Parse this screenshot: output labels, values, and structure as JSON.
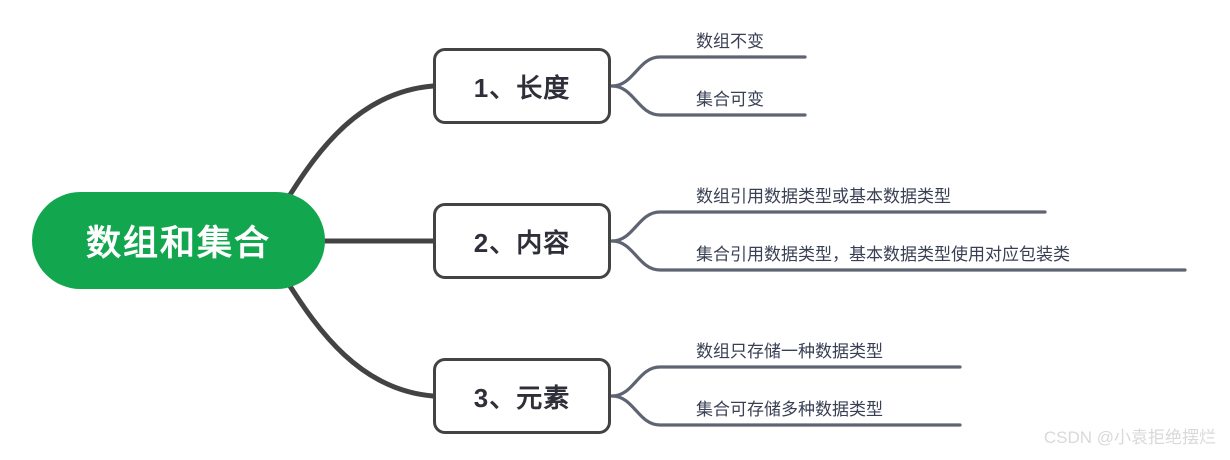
{
  "diagram": {
    "type": "mind-map",
    "title": "数组和集合",
    "colors": {
      "root_fill": "#12a64f",
      "root_text": "#ffffff",
      "branch_border": "#434343",
      "branch_text": "#2f2f3a",
      "edge": "#434343",
      "leaf_text": "#3a4054",
      "leaf_underline": "#6b7280",
      "background": "#ffffff",
      "watermark": "#d9d9d9"
    },
    "root": {
      "label": "数组和集合"
    },
    "branches": [
      {
        "label": "1、长度",
        "leaves": [
          {
            "text": "数组不变"
          },
          {
            "text": "集合可变"
          }
        ]
      },
      {
        "label": "2、内容",
        "leaves": [
          {
            "text": "数组引用数据类型或基本数据类型"
          },
          {
            "text": "集合引用数据类型，基本数据类型使用对应包装类"
          }
        ]
      },
      {
        "label": "3、元素",
        "leaves": [
          {
            "text": "数组只存储一种数据类型"
          },
          {
            "text": "集合可存储多种数据类型"
          }
        ]
      }
    ]
  },
  "watermark": {
    "text": "CSDN @小袁拒绝摆烂"
  }
}
